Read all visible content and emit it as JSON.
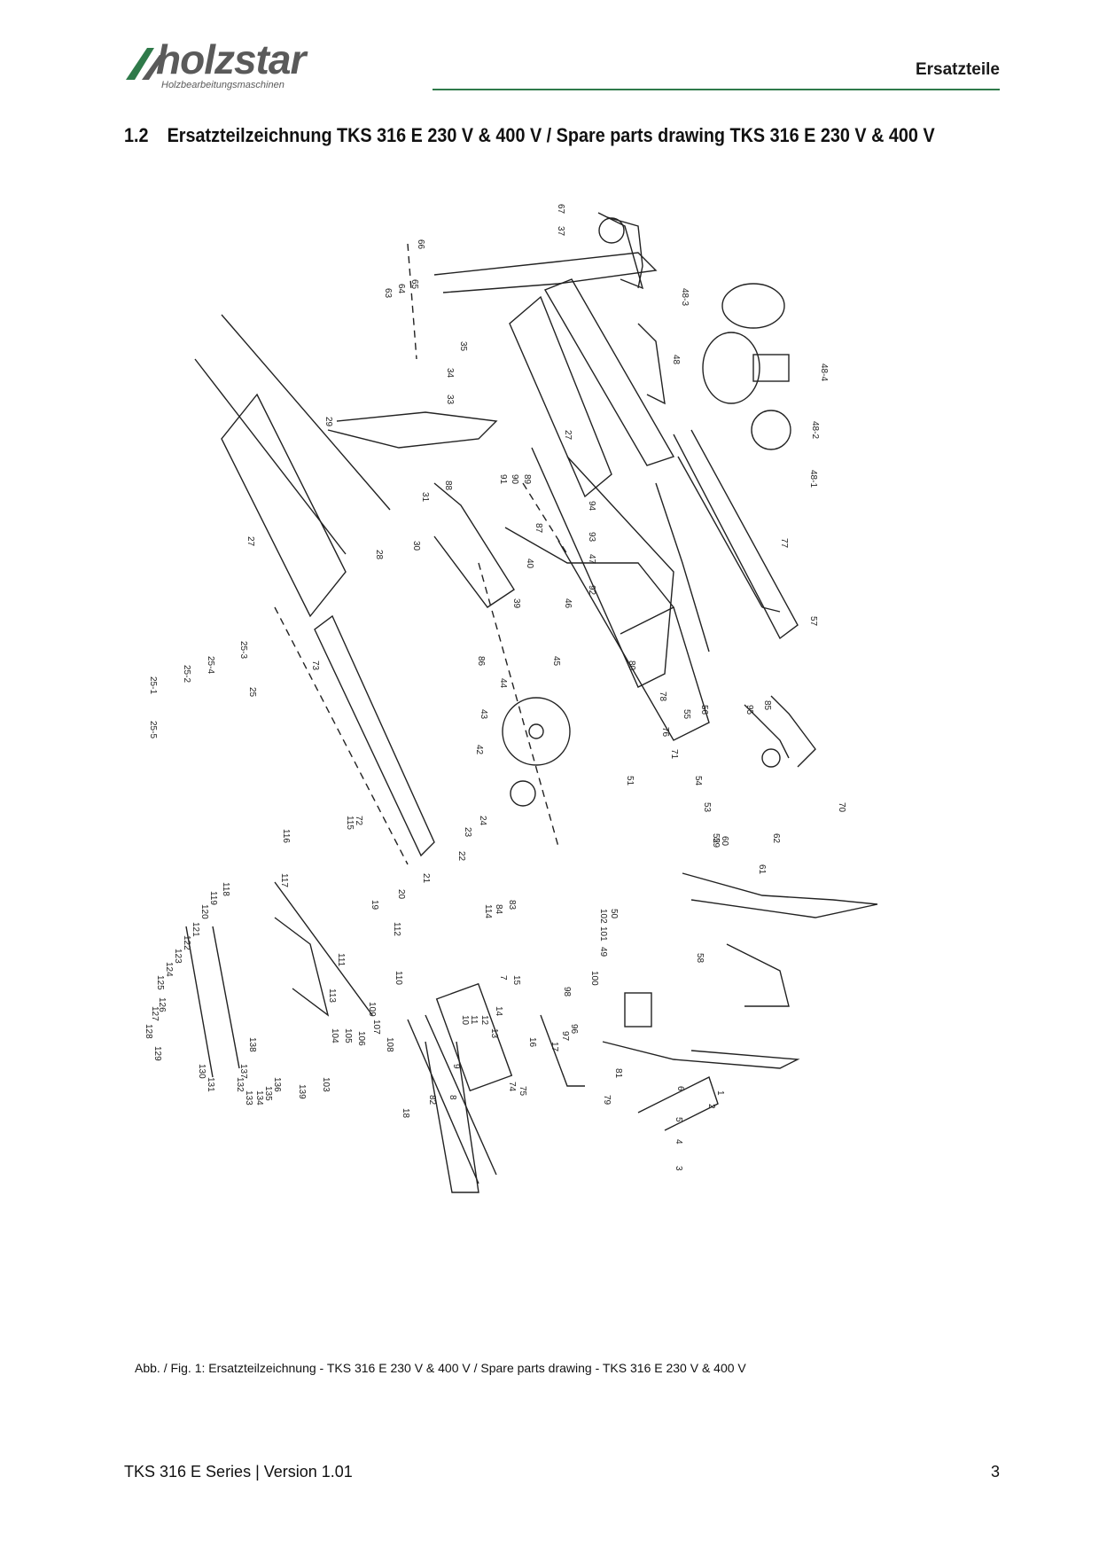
{
  "header": {
    "brand": "holzstar",
    "brand_sub": "Holzbearbeitungsmaschinen",
    "section": "Ersatzteile"
  },
  "title": {
    "number": "1.2",
    "text": "Ersatzteilzeichnung TKS 316 E 230 V & 400 V / Spare parts drawing TKS 316 E 230 V & 400 V"
  },
  "drawing": {
    "labels": [
      "67",
      "37",
      "66",
      "63",
      "64",
      "65",
      "48-3",
      "48",
      "48-4",
      "48-2",
      "48-1",
      "35",
      "34",
      "33",
      "29",
      "28",
      "27",
      "27",
      "91",
      "90",
      "89",
      "88",
      "31",
      "30",
      "94",
      "93",
      "47",
      "92",
      "46",
      "40",
      "87",
      "39",
      "45",
      "86",
      "73",
      "25-3",
      "25-4",
      "25-2",
      "25-1",
      "25-5",
      "25",
      "44",
      "43",
      "42",
      "77",
      "57",
      "80",
      "78",
      "76",
      "55",
      "56",
      "95",
      "85",
      "71",
      "54",
      "51",
      "53",
      "52",
      "62",
      "61",
      "70",
      "72",
      "24",
      "23",
      "22",
      "21",
      "20",
      "19",
      "112",
      "116",
      "115",
      "117",
      "118",
      "119",
      "120",
      "121",
      "122",
      "123",
      "124",
      "125",
      "126",
      "127",
      "128",
      "129",
      "130",
      "131",
      "132",
      "133",
      "134",
      "135",
      "136",
      "137",
      "138",
      "139",
      "103",
      "104",
      "105",
      "106",
      "107",
      "108",
      "109",
      "110",
      "111",
      "113",
      "114",
      "84",
      "83",
      "82",
      "81",
      "79",
      "58",
      "49",
      "100",
      "101",
      "102",
      "98",
      "97",
      "96",
      "17",
      "16",
      "15",
      "14",
      "13",
      "12",
      "11",
      "10",
      "9",
      "8",
      "7",
      "6",
      "5",
      "4",
      "3",
      "2",
      "1",
      "18",
      "74",
      "75",
      "59",
      "60",
      "50"
    ]
  },
  "caption": "Abb. / Fig. 1: Ersatzteilzeichnung - TKS 316 E 230 V & 400 V / Spare parts drawing - TKS 316 E 230 V & 400 V",
  "footer": {
    "left": "TKS 316 E Series | Version 1.01",
    "page": "3"
  },
  "colors": {
    "accent_rule": "#2f7a4a",
    "logo_green": "#2f7a4a",
    "logo_gray": "#5a5a5a"
  }
}
